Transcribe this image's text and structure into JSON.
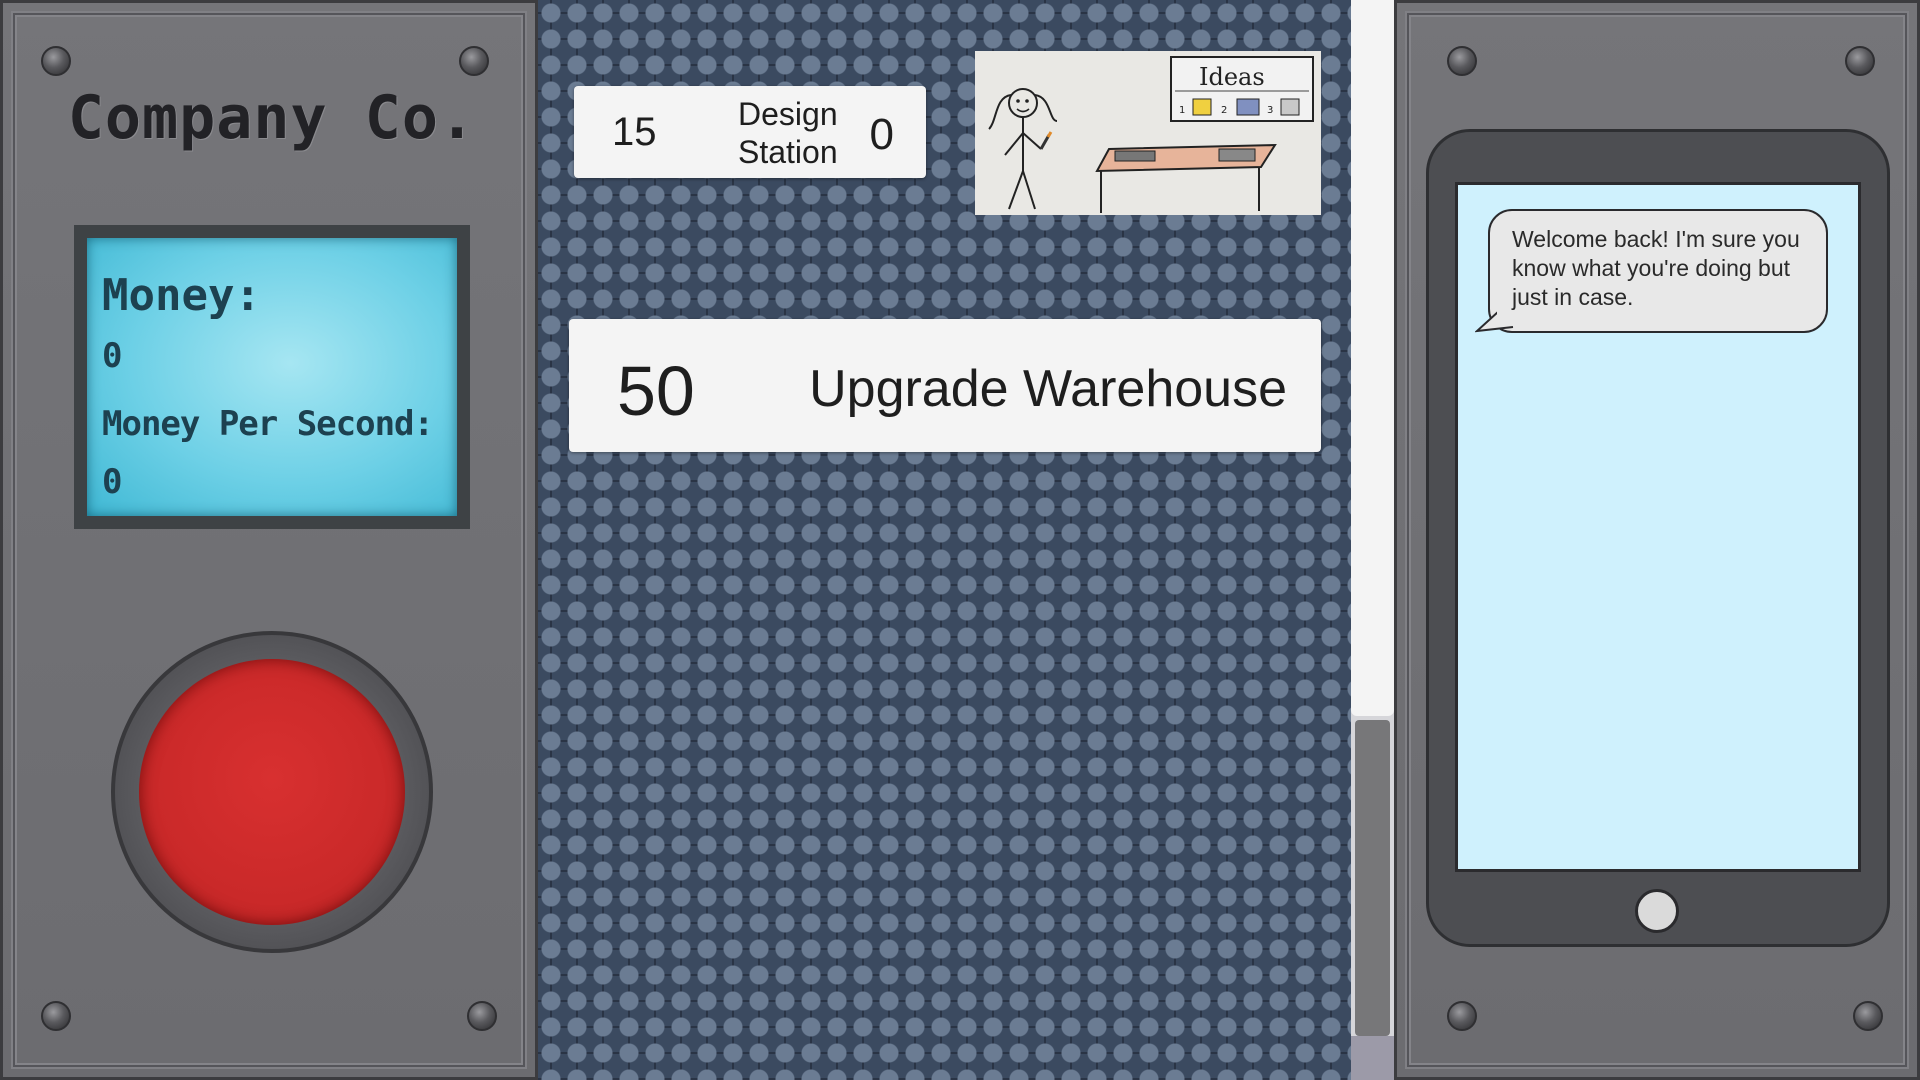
{
  "company": {
    "title": "Company Co."
  },
  "stats": {
    "money_label": "Money:",
    "money_value": "0",
    "mps_label": "Money Per Second:",
    "mps_value": "0"
  },
  "shop": {
    "design_station": {
      "cost": "15",
      "name": "Design Station",
      "count": "0",
      "drawing_text": "Ideas",
      "drawing_numbers": [
        "1",
        "2",
        "3"
      ]
    },
    "upgrade_warehouse": {
      "cost": "50",
      "label": "Upgrade Warehouse"
    }
  },
  "phone": {
    "message": "Welcome back! I'm sure you know what you're doing but just in case."
  },
  "colors": {
    "lcd": "#6dd0e6",
    "red_button": "#c82828",
    "phone_screen": "#cff1fd",
    "panel": "#6e6e72"
  },
  "icons": {
    "big_button": "red-button-icon",
    "home": "home-button-icon"
  }
}
